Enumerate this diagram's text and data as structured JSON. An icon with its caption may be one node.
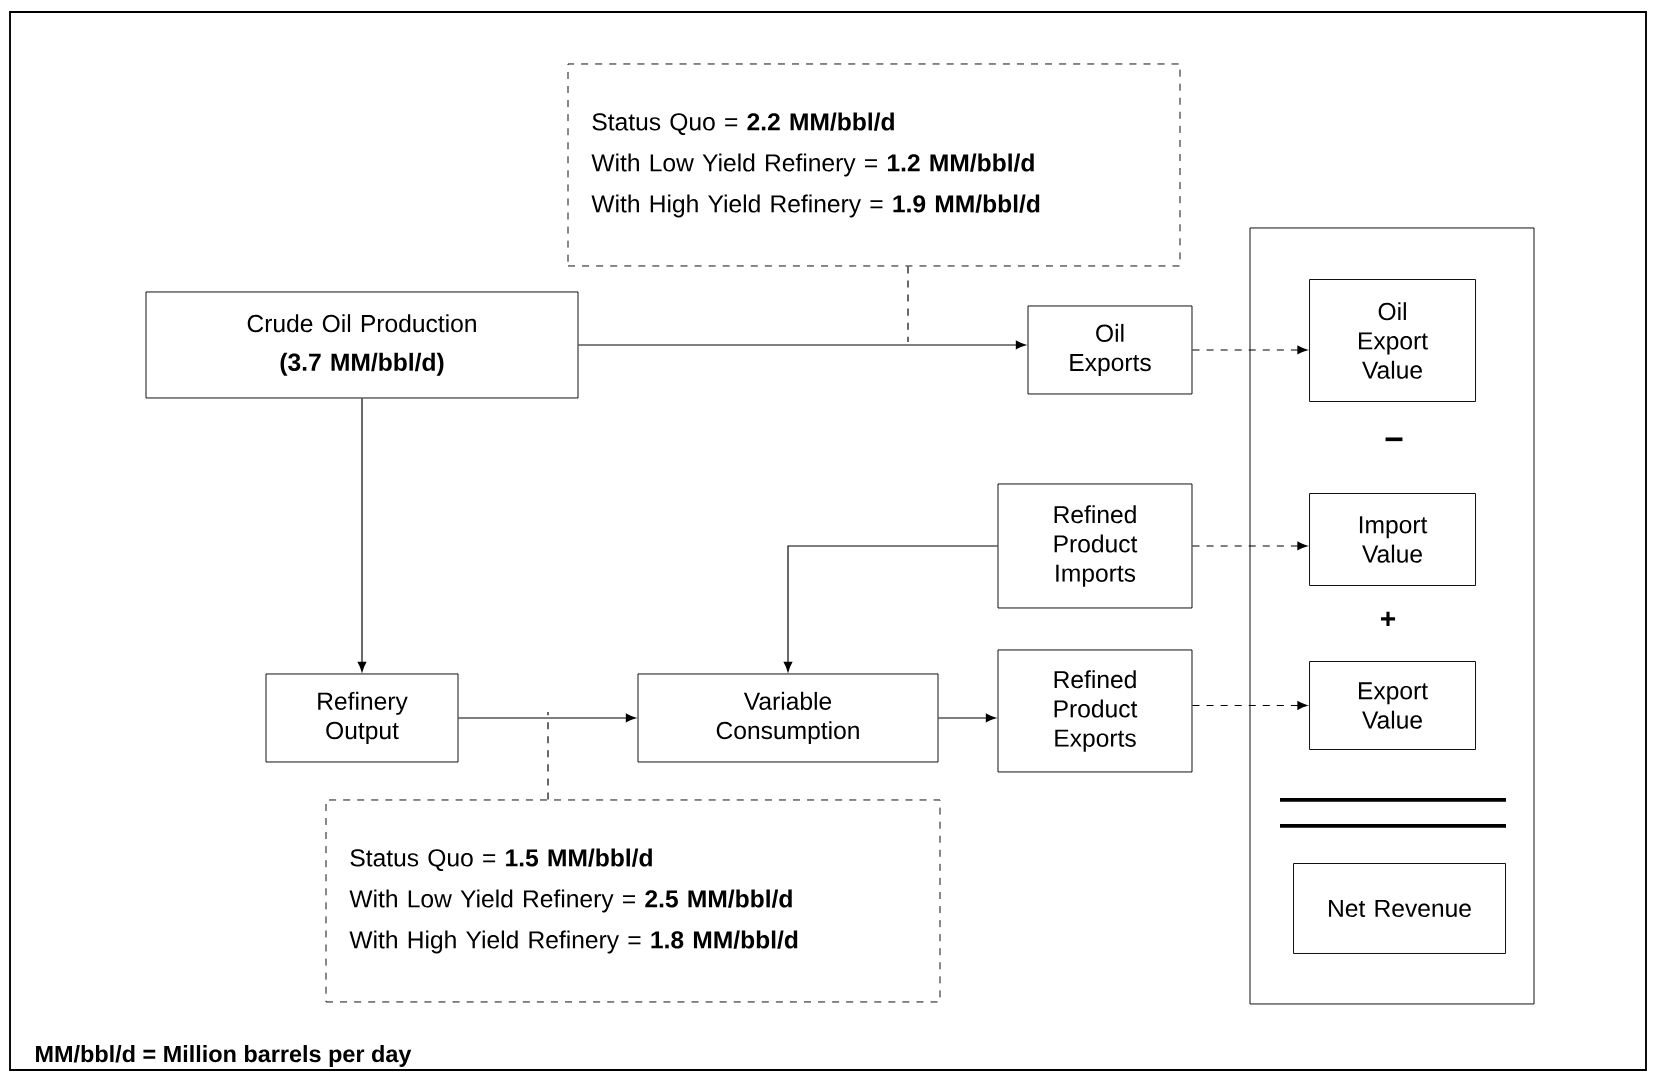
{
  "diagram": {
    "nodes": [
      {
        "text": [
          "Status Quo = **2.2 MM/bbl/d**",
          "With Low Yield Refinery = **1.2 MM/bbl/d**",
          "With High Yield Refinery = **1.9 MM/bbl/d**"
        ]
      },
      {
        "text": [
          "Crude Oil Production",
          "(3.7 MM/bbl/d)"
        ]
      },
      {
        "text": [
          "Oil Exports"
        ]
      },
      {
        "text": [],
        "shape": "box"
      },
      {
        "text": [
          "Oil Export Value"
        ],
        "in": 3
      },
      {
        "text": [
          "Refined Product Imports"
        ]
      },
      {
        "text": [
          "Import Value"
        ],
        "in": 3
      },
      {
        "text": [
          "Refinery Output"
        ]
      },
      {
        "text": [
          "Variable Consumption"
        ]
      },
      {
        "text": [
          "Refined Product Exports"
        ]
      },
      {
        "text": [
          "Export Value"
        ],
        "in": 3
      },
      {
        "text": [
          "Net Revenue"
        ],
        "in": 3
      },
      {
        "text": [
          "Status Quo = **1.5 MM/bbl/d**",
          "With Low Yield Refinery = **2.5 MM/bbl/d**",
          "With High Yield Refinery = **1.8 MM/bbl/d**"
        ]
      }
    ],
    "edges": [
      {
        "from": 1,
        "to": 2,
        "arrow": "to"
      },
      {
        "from": 0,
        "to": null,
        "arrow": "none",
        "style": "dashed"
      },
      {
        "from": 1,
        "to": 7,
        "arrow": "to"
      },
      {
        "from": 2,
        "to": 4,
        "arrow": "to",
        "style": "dashed"
      },
      {
        "from": 5,
        "to": 8,
        "arrow": "to"
      },
      {
        "from": 5,
        "to": 6,
        "arrow": "to",
        "style": "dashed"
      },
      {
        "from": 7,
        "to": 8,
        "arrow": "to"
      },
      {
        "from": 8,
        "to": 9,
        "arrow": "to"
      },
      {
        "from": 9,
        "to": 10,
        "arrow": "to",
        "style": "dashed"
      },
      {
        "from": 12,
        "to": null,
        "arrow": "none",
        "style": "dashed"
      }
    ],
    "labels": [
      "−",
      "+",
      "MM/bbl/d = Million barrels per day"
    ]
  }
}
